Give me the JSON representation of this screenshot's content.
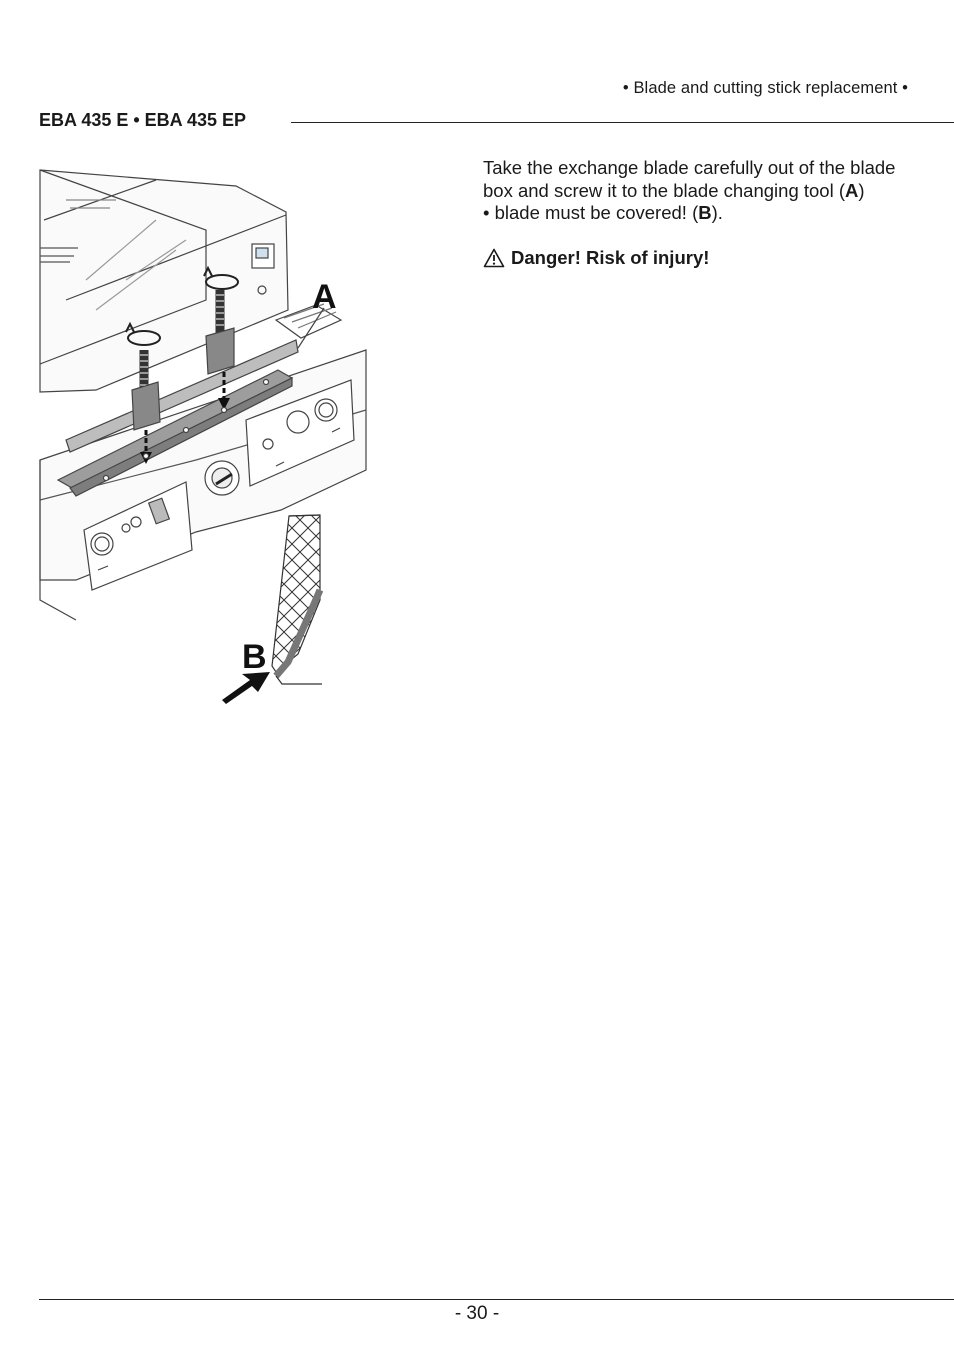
{
  "header": {
    "section_title": "• Blade and cutting stick replacement •",
    "model_title": "EBA 435 E • EBA 435 EP"
  },
  "figure": {
    "label_a": "A",
    "label_b": "B",
    "icons": [
      "blade-changing-tool-illustration",
      "rotation-arrow-icon",
      "arrow-icon"
    ]
  },
  "instructions": {
    "line1_pre": "Take the exchange blade carefully out of the blade box and screw it to the blade changing tool (",
    "line1_ref": "A",
    "line1_post": ")",
    "line2_pre": "• blade must be covered! (",
    "line2_ref": "B",
    "line2_post": ").",
    "warning_icon": "warning-triangle-icon",
    "warning": "Danger! Risk of injury!"
  },
  "footer": {
    "page_number": "- 30 -"
  }
}
